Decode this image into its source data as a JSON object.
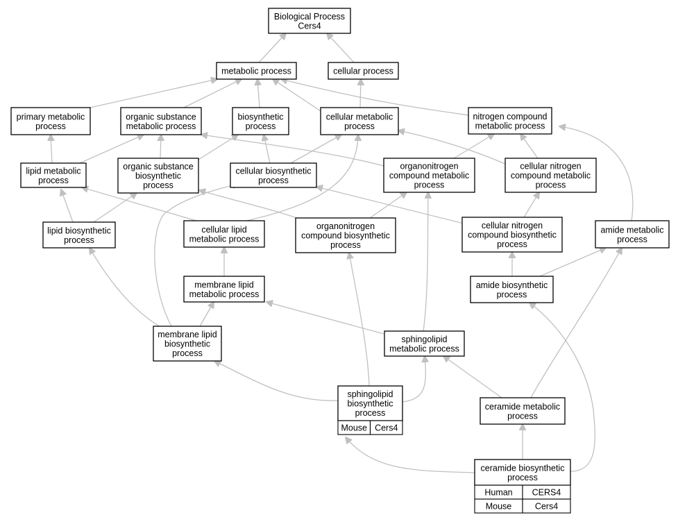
{
  "nodes": {
    "root": "Biological Process\nCers4",
    "metabolic": "metabolic process",
    "cellular": "cellular process",
    "primary_metabolic": "primary metabolic\nprocess",
    "organic_substance_metabolic": "organic substance\nmetabolic process",
    "biosynthetic": "biosynthetic\nprocess",
    "cellular_metabolic": "cellular metabolic\nprocess",
    "nitrogen_compound_metabolic": "nitrogen compound\nmetabolic process",
    "lipid_metabolic": "lipid metabolic\nprocess",
    "organic_substance_biosynthetic": "organic substance\nbiosynthetic\nprocess",
    "cellular_biosynthetic": "cellular biosynthetic\nprocess",
    "organonitrogen_compound_metabolic": "organonitrogen\ncompound metabolic\nprocess",
    "cellular_nitrogen_compound_metabolic": "cellular nitrogen\ncompound metabolic\nprocess",
    "lipid_biosynthetic": "lipid biosynthetic\nprocess",
    "cellular_lipid_metabolic": "cellular lipid\nmetabolic process",
    "organonitrogen_compound_biosynthetic": "organonitrogen\ncompound biosynthetic\nprocess",
    "cellular_nitrogen_compound_biosynthetic": "cellular nitrogen\ncompound biosynthetic\nprocess",
    "amide_metabolic": "amide metabolic\nprocess",
    "membrane_lipid_metabolic": "membrane lipid\nmetabolic process",
    "amide_biosynthetic": "amide biosynthetic\nprocess",
    "membrane_lipid_biosynthetic": "membrane lipid\nbiosynthetic\nprocess",
    "sphingolipid_metabolic": "sphingolipid\nmetabolic process",
    "sphingolipid_biosynthetic": "sphingolipid\nbiosynthetic\nprocess",
    "ceramide_metabolic": "ceramide metabolic\nprocess",
    "ceramide_biosynthetic": "ceramide biosynthetic\nprocess"
  },
  "annotations": {
    "sphingolipid_biosynthetic": [
      {
        "species": "Mouse",
        "gene": "Cers4",
        "color": "#add8e6"
      }
    ],
    "ceramide_biosynthetic": [
      {
        "species": "Human",
        "gene": "CERS4",
        "color": "#ff6347"
      },
      {
        "species": "Mouse",
        "gene": "Cers4",
        "color": "#add8e6"
      }
    ]
  },
  "colors": {
    "edge": "#c0c0c0",
    "node_border": "#000000",
    "human_cell": "#ff6347",
    "mouse_cell": "#add8e6"
  },
  "edges": [
    [
      "metabolic",
      "root"
    ],
    [
      "cellular",
      "root"
    ],
    [
      "primary_metabolic",
      "metabolic"
    ],
    [
      "organic_substance_metabolic",
      "metabolic"
    ],
    [
      "biosynthetic",
      "metabolic"
    ],
    [
      "cellular_metabolic",
      "metabolic"
    ],
    [
      "nitrogen_compound_metabolic",
      "metabolic"
    ],
    [
      "cellular_metabolic",
      "cellular"
    ],
    [
      "lipid_metabolic",
      "primary_metabolic"
    ],
    [
      "lipid_metabolic",
      "organic_substance_metabolic"
    ],
    [
      "organic_substance_biosynthetic",
      "organic_substance_metabolic"
    ],
    [
      "organonitrogen_compound_metabolic",
      "organic_substance_metabolic"
    ],
    [
      "organic_substance_biosynthetic",
      "biosynthetic"
    ],
    [
      "cellular_biosynthetic",
      "biosynthetic"
    ],
    [
      "cellular_biosynthetic",
      "cellular_metabolic"
    ],
    [
      "cellular_lipid_metabolic",
      "cellular_metabolic"
    ],
    [
      "cellular_nitrogen_compound_metabolic",
      "cellular_metabolic"
    ],
    [
      "organonitrogen_compound_metabolic",
      "nitrogen_compound_metabolic"
    ],
    [
      "cellular_nitrogen_compound_metabolic",
      "nitrogen_compound_metabolic"
    ],
    [
      "amide_metabolic",
      "nitrogen_compound_metabolic"
    ],
    [
      "lipid_biosynthetic",
      "lipid_metabolic"
    ],
    [
      "cellular_lipid_metabolic",
      "lipid_metabolic"
    ],
    [
      "lipid_biosynthetic",
      "organic_substance_biosynthetic"
    ],
    [
      "organonitrogen_compound_biosynthetic",
      "organic_substance_biosynthetic"
    ],
    [
      "membrane_lipid_biosynthetic",
      "cellular_biosynthetic"
    ],
    [
      "cellular_nitrogen_compound_biosynthetic",
      "cellular_biosynthetic"
    ],
    [
      "organonitrogen_compound_biosynthetic",
      "organonitrogen_compound_metabolic"
    ],
    [
      "sphingolipid_metabolic",
      "organonitrogen_compound_metabolic"
    ],
    [
      "cellular_nitrogen_compound_biosynthetic",
      "cellular_nitrogen_compound_metabolic"
    ],
    [
      "membrane_lipid_metabolic",
      "cellular_lipid_metabolic"
    ],
    [
      "membrane_lipid_biosynthetic",
      "lipid_biosynthetic"
    ],
    [
      "sphingolipid_biosynthetic",
      "organonitrogen_compound_biosynthetic"
    ],
    [
      "amide_biosynthetic",
      "cellular_nitrogen_compound_biosynthetic"
    ],
    [
      "amide_biosynthetic",
      "amide_metabolic"
    ],
    [
      "ceramide_metabolic",
      "amide_metabolic"
    ],
    [
      "membrane_lipid_biosynthetic",
      "membrane_lipid_metabolic"
    ],
    [
      "sphingolipid_metabolic",
      "membrane_lipid_metabolic"
    ],
    [
      "sphingolipid_biosynthetic",
      "membrane_lipid_biosynthetic"
    ],
    [
      "sphingolipid_biosynthetic",
      "sphingolipid_metabolic"
    ],
    [
      "ceramide_metabolic",
      "sphingolipid_metabolic"
    ],
    [
      "ceramide_biosynthetic",
      "amide_biosynthetic"
    ],
    [
      "ceramide_biosynthetic",
      "sphingolipid_biosynthetic"
    ],
    [
      "ceramide_biosynthetic",
      "ceramide_metabolic"
    ]
  ]
}
